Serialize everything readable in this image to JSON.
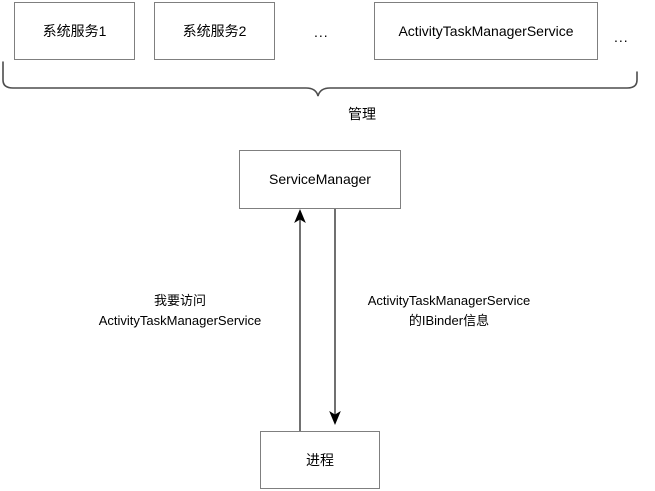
{
  "diagram": {
    "title_text": "",
    "colors": {
      "box_border": "#7f7f7f",
      "line": "#4d4d4d",
      "arrow": "#000000",
      "background": "#ffffff",
      "text": "#000000"
    },
    "service_row": {
      "boxes": [
        {
          "label": "系统服务1"
        },
        {
          "label": "系统服务2"
        },
        {
          "label": "ActivityTaskManagerService"
        }
      ],
      "ellipsis_middle": "...",
      "ellipsis_end": "..."
    },
    "brace": {
      "label": "管理"
    },
    "service_manager": {
      "label": "ServiceManager"
    },
    "process": {
      "label": "进程"
    },
    "edges": [
      {
        "name": "request",
        "direction": "process-to-servicemanager",
        "label_line1": "我要访问",
        "label_line2": "ActivityTaskManagerService"
      },
      {
        "name": "response",
        "direction": "servicemanager-to-process",
        "label_line1": "ActivityTaskManagerService",
        "label_line2": "的IBinder信息"
      }
    ]
  }
}
